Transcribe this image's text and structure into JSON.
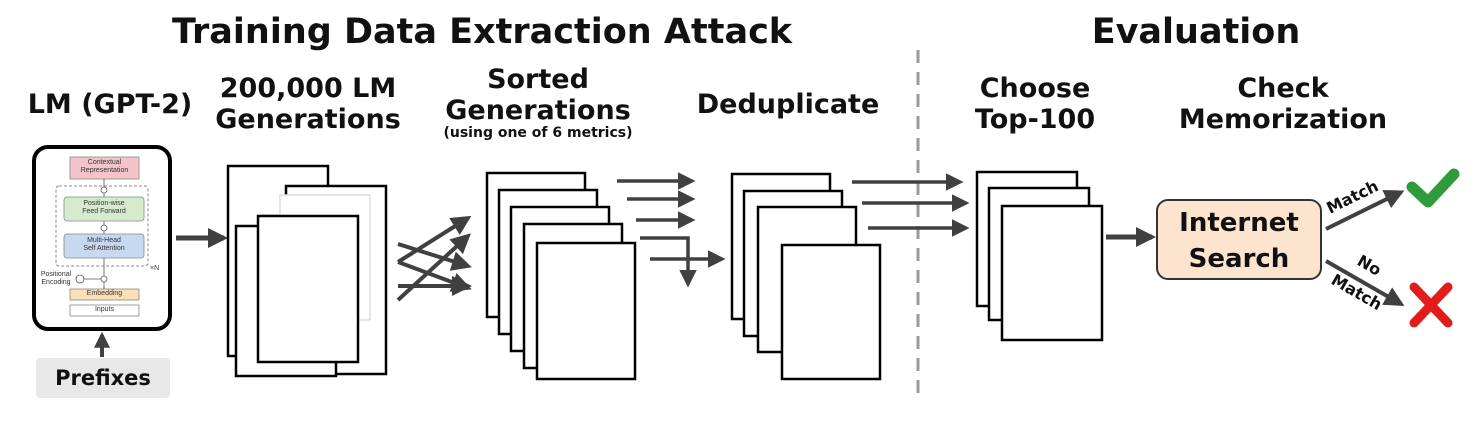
{
  "sections": {
    "attack_title": "Training Data Extraction Attack",
    "evaluation_title": "Evaluation"
  },
  "steps": {
    "lm": "LM (GPT-2)",
    "generations": [
      "200,000 LM",
      "Generations"
    ],
    "sorted": [
      "Sorted",
      "Generations"
    ],
    "sorted_note": "(using one of 6 metrics)",
    "dedup": "Deduplicate",
    "choose": [
      "Choose",
      "Top-100"
    ],
    "check": [
      "Check",
      "Memorization"
    ]
  },
  "prefixes": "Prefixes",
  "internet_search": [
    "Internet",
    "Search"
  ],
  "edge_labels": {
    "match": "Match",
    "no_match": [
      "No",
      "Match"
    ]
  },
  "transformer": {
    "contextual": [
      "Contextual",
      "Representation"
    ],
    "ffn": [
      "Position-wise",
      "Feed Forward"
    ],
    "mha": [
      "Multi-Head",
      "Self Attention"
    ],
    "nx": "×N",
    "positional": [
      "Positional",
      "Encoding"
    ],
    "embedding": "Embedding",
    "inputs": "Inputs"
  },
  "colors": {
    "arrow": "#404040",
    "search_fill": "#fce4cf",
    "check": "#2e9c3a",
    "cross": "#e21b1b",
    "prefix_bg": "#e8e8e8",
    "divider": "#999999"
  },
  "icons": {
    "match": "check-mark-icon",
    "no_match": "cross-mark-icon"
  }
}
